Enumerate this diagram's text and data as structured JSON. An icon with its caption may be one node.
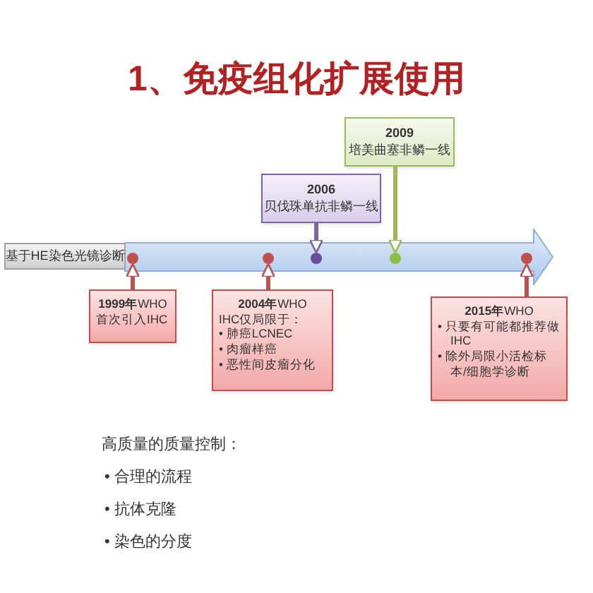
{
  "diagram": {
    "title": "1、免疫组化扩展使用",
    "nodes": [
      {
        "text": [
          "基于HE染色光镜诊断"
        ]
      },
      {
        "text": [
          "2009",
          "培美曲塞非鳞一线"
        ]
      },
      {
        "text": [
          "2006",
          "贝伐珠单抗非鳞一线"
        ]
      },
      {
        "text": [],
        "shape": "arrow"
      },
      {
        "text": [],
        "shape": "circle",
        "in": 3
      },
      {
        "text": [],
        "shape": "circle",
        "in": 3
      },
      {
        "text": [],
        "shape": "circle",
        "in": 3
      },
      {
        "text": [],
        "shape": "circle",
        "in": 3
      },
      {
        "text": [],
        "shape": "circle",
        "in": 3
      },
      {
        "text": [
          "**1999年**WHO",
          "首次引入IHC"
        ]
      },
      {
        "text": [
          "**2004年**WHO",
          "IHC仅局限于：",
          "• 肺癌LCNEC",
          "• 肉瘤样癌",
          "• 恶性间皮瘤分化"
        ]
      },
      {
        "text": [
          "**2015年**WHO",
          "• 只要有可能都推荐做IHC",
          "• 除外局限小活检标本/细胞学诊断"
        ]
      }
    ],
    "edges": [
      {
        "from": 2,
        "to": 6,
        "arrow": "to",
        "color": "#8064a2"
      },
      {
        "from": 1,
        "to": 7,
        "arrow": "to",
        "color": "#9bbb59"
      },
      {
        "from": 9,
        "to": 4,
        "arrow": "to"
      },
      {
        "from": 10,
        "to": 5,
        "arrow": "to"
      },
      {
        "from": 11,
        "to": 8,
        "arrow": "to"
      }
    ],
    "labels": [
      "高质量的质量控制：",
      "• 合理的流程",
      "• 抗体克隆",
      "• 染色的分度"
    ]
  }
}
